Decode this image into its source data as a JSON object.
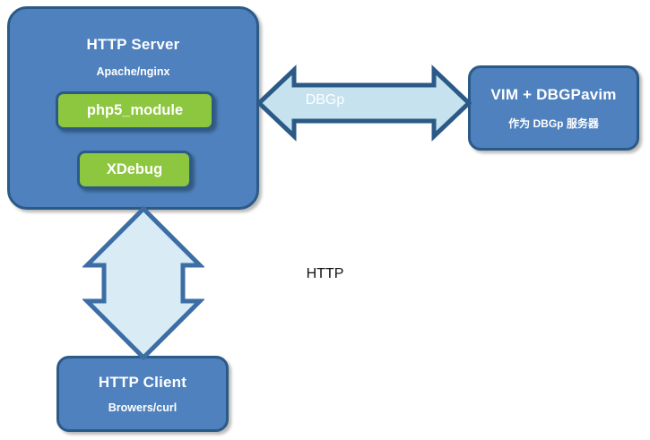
{
  "diagram": {
    "title": "PHP XDebug / DBGp debugging architecture",
    "colors": {
      "box_fill": "#4e81bd",
      "box_border": "#2c5a87",
      "module_fill": "#8dc63f",
      "arrow_fill": "#c6e2ef",
      "arrow_border": "#2c5a87",
      "background": "#ffffff",
      "label_light": "#ffffff",
      "label_dark": "#111111"
    },
    "nodes": {
      "server": {
        "title": "HTTP Server",
        "subtitle": "Apache/nginx",
        "modules": [
          {
            "label": "php5_module"
          },
          {
            "label": "XDebug"
          }
        ]
      },
      "vim": {
        "title": "VIM + DBGPavim",
        "subtitle": "作为 DBGp 服务器"
      },
      "client": {
        "title": "HTTP Client",
        "subtitle": "Browers/curl"
      }
    },
    "connections": [
      {
        "id": "dbgp",
        "label": "DBGp",
        "from": "server",
        "to": "vim",
        "direction": "bidirectional",
        "orientation": "horizontal"
      },
      {
        "id": "http",
        "label": "HTTP",
        "from": "server",
        "to": "client",
        "direction": "bidirectional",
        "orientation": "vertical"
      }
    ]
  }
}
